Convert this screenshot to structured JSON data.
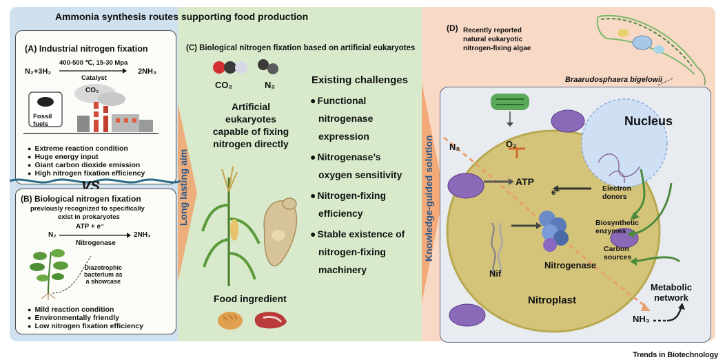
{
  "main_title": "Ammonia synthesis routes supporting food production",
  "panel_a": {
    "title": "(A)  Industrial nitrogen fixation",
    "reactant": "N₂+3H₂",
    "conditions": "400-500 ℃, 15-30 Mpa",
    "catalyst": "Catalyst",
    "product": "2NH₃",
    "co2": "CO₂",
    "fossil": "Fossil\nfuels",
    "bullets": [
      "Extreme reaction condition",
      "Huge energy input",
      "Giant carbon dioxide emission",
      "High nitrogen fixation efficiency"
    ]
  },
  "vs": "VS.",
  "panel_b": {
    "title": "(B)  Biological nitrogen fixation",
    "subtitle1": "previously recognized to specifically",
    "subtitle2": "exist in prokaryotes",
    "above_arrow": "ATP + e⁻",
    "reactant": "N₂",
    "enzyme": "Nitrogenase",
    "product": "2NH₃",
    "diazo1": "Diazotrophic",
    "diazo2": "bacterium as",
    "diazo3": "a showcase",
    "bullets": [
      "Mild reaction condition",
      "Environmentally friendly",
      "Low nitrogen fixation efficiency"
    ]
  },
  "long_aim": "Long lasting aim",
  "panel_c": {
    "title": "(C)  Biological nitrogen fixation based on artificial eukaryotes",
    "co2": "CO₂",
    "n2": "N₂",
    "artificial": [
      "Artificial",
      "eukaryotes",
      "capable of fixing",
      "nitrogen directly"
    ],
    "food": "Food ingredient",
    "challenges_title": "Existing challenges",
    "challenges": [
      [
        "Functional",
        "nitrogenase",
        "expression"
      ],
      [
        "Nitrogenase’s",
        "oxygen sensitivity"
      ],
      [
        "Nitrogen-fixing",
        "efficiency"
      ],
      [
        "Stable existence of",
        "nitrogen-fixing",
        "machinery"
      ]
    ]
  },
  "knowledge": "Knowledge-guided solution",
  "panel_d": {
    "title": [
      "(D)",
      "Recently reported",
      "natural eukaryotic",
      "nitrogen-fixing algae"
    ],
    "species": "Braarudosphaera bigelowii",
    "nucleus": "Nucleus",
    "n2": "N₂",
    "o2": "O₂",
    "atp": "ATP",
    "electron": "e⁻",
    "electron_donors": [
      "Electron",
      "donors"
    ],
    "biosynthetic": [
      "Biosynthetic",
      "enzymes"
    ],
    "carbon": [
      "Carbon",
      "sources"
    ],
    "nitrogenase": "Nitrogenase",
    "nif": "Nif",
    "nitroplast": "Nitroplast",
    "metabolic": [
      "Metabolic",
      "network"
    ],
    "nh3": "NH₃"
  },
  "footer": "Trends in Biotechnology"
}
